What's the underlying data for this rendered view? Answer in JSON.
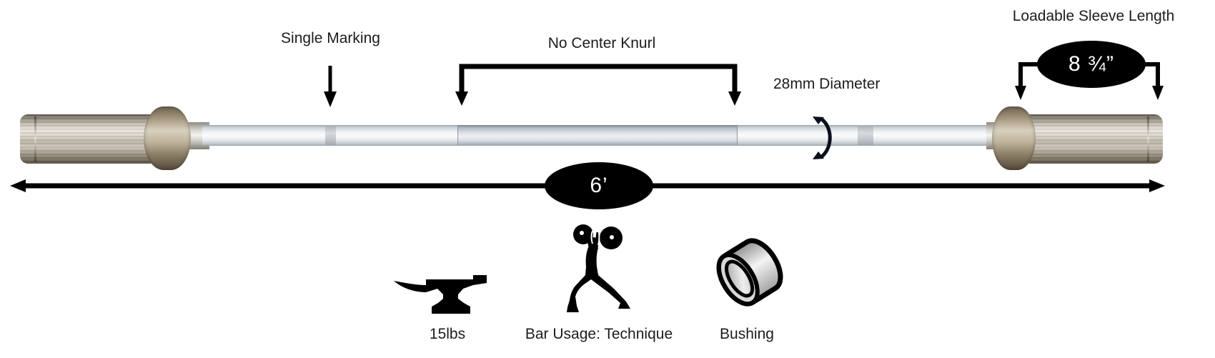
{
  "annotations": {
    "single_marking": {
      "label": "Single Marking"
    },
    "no_center_knurl": {
      "label": "No Center Knurl"
    },
    "diameter": {
      "label": "28mm Diameter"
    },
    "loadable_sleeve_length": {
      "label": "Loadable Sleeve Length",
      "value": "8 ¾”"
    },
    "bar_length": {
      "value": "6’"
    }
  },
  "features": [
    {
      "icon": "anvil-icon",
      "label": "15lbs"
    },
    {
      "icon": "weightlifter-icon",
      "label": "Bar Usage: Technique"
    },
    {
      "icon": "bushing-icon",
      "label": "Bushing"
    }
  ],
  "colors": {
    "annotation": "#000000",
    "callout_bg": "#000000",
    "callout_text": "#ffffff",
    "background": "#ffffff"
  }
}
